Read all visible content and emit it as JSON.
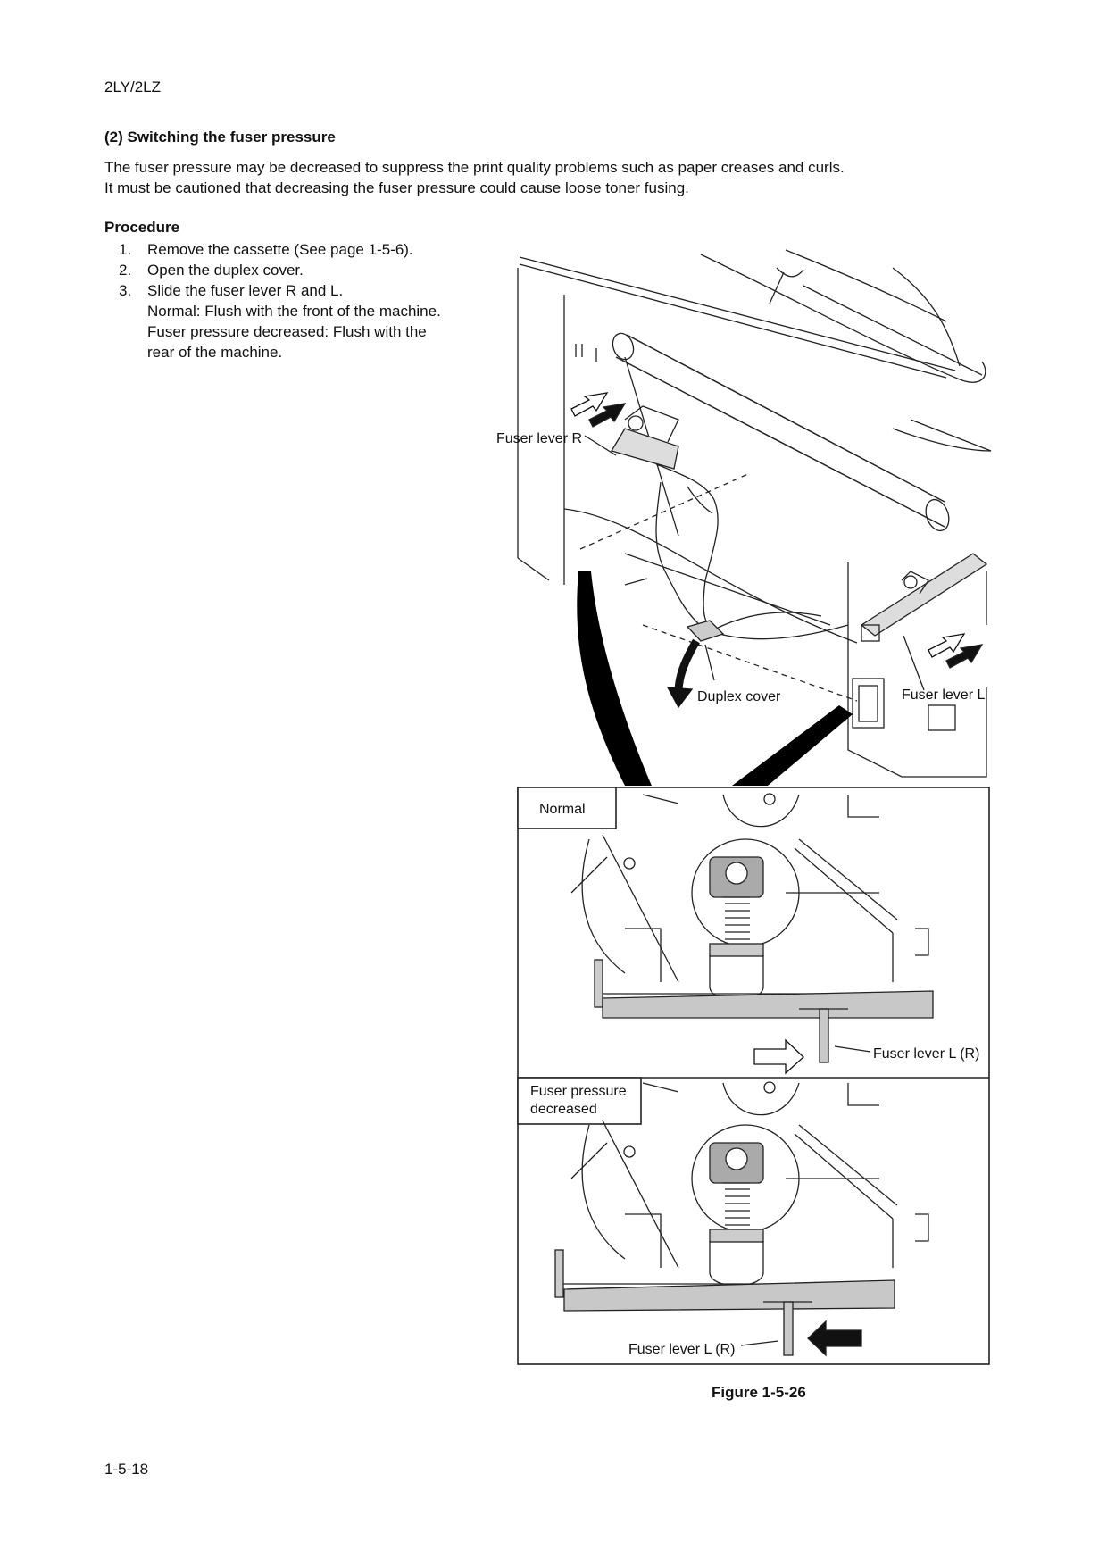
{
  "header": {
    "model_code": "2LY/2LZ"
  },
  "section": {
    "title": "(2) Switching the fuser pressure",
    "paragraph_lines": [
      "The fuser pressure may be decreased to suppress the print quality problems such as paper creases and curls.",
      "It must be cautioned that decreasing the fuser pressure could cause loose toner fusing."
    ]
  },
  "procedure": {
    "title": "Procedure",
    "steps": [
      {
        "num": "1.",
        "lines": [
          "Remove the cassette (See page 1-5-6)."
        ]
      },
      {
        "num": "2.",
        "lines": [
          "Open the duplex cover."
        ]
      },
      {
        "num": "3.",
        "lines": [
          "Slide the fuser lever R and L.",
          "Normal: Flush with the front of the machine.",
          "Fuser pressure decreased: Flush with the",
          "rear of the machine."
        ]
      }
    ]
  },
  "figure": {
    "labels": {
      "fuser_lever_r": "Fuser lever R",
      "duplex_cover": "Duplex cover",
      "fuser_lever_l": "Fuser lever L",
      "normal": "Normal",
      "fuser_lever_lr_1": "Fuser lever L (R)",
      "decreased_line1": "Fuser pressure",
      "decreased_line2": "decreased",
      "fuser_lever_lr_2": "Fuser lever L (R)"
    },
    "caption": "Figure 1-5-26"
  },
  "footer": {
    "page_number": "1-5-18"
  }
}
